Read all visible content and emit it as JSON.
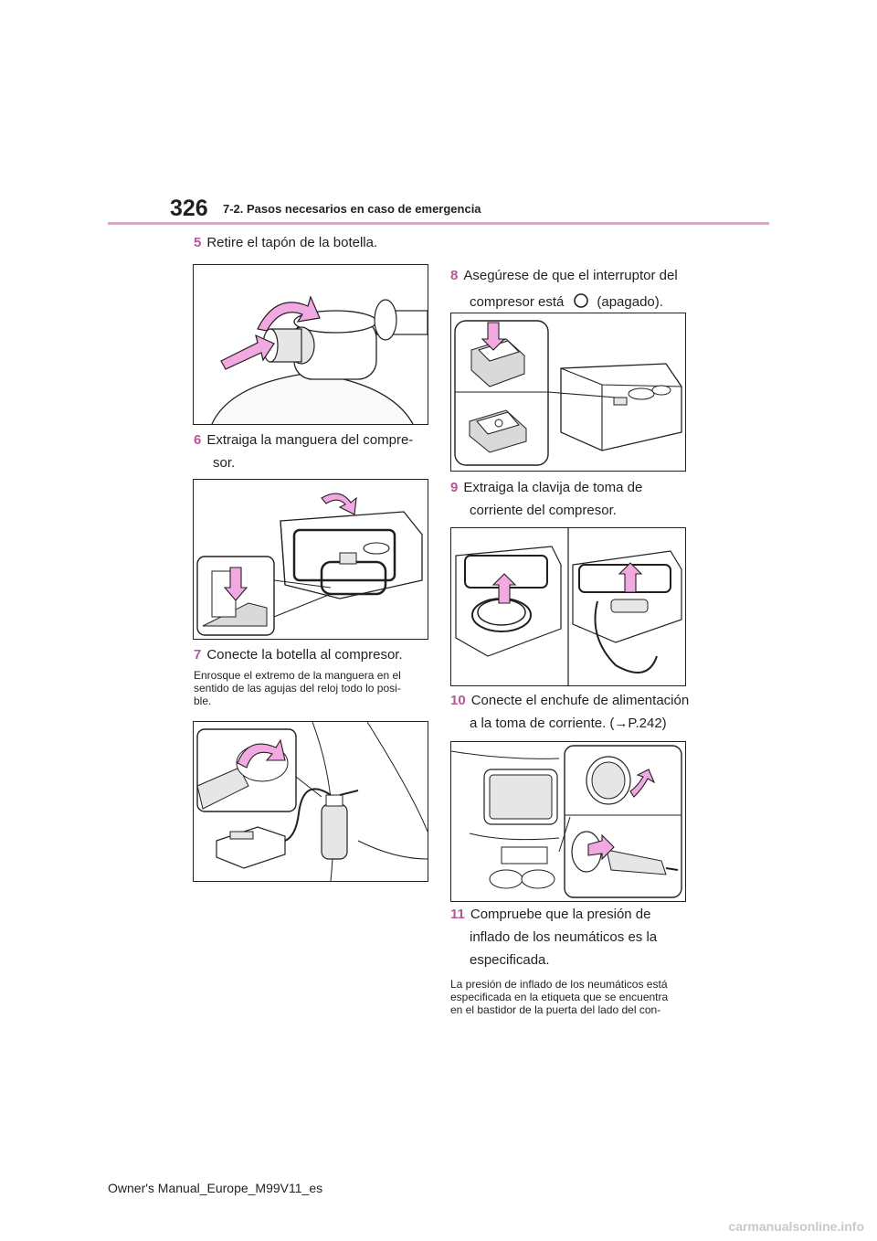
{
  "header": {
    "page_number": "326",
    "section_title": "7-2. Pasos necesarios en caso de emergencia",
    "rule_color": "#e99cd3"
  },
  "steps": [
    {
      "num": "5",
      "text": "Retire el tapón de la botella."
    },
    {
      "num": "6",
      "line1": "Extraiga la manguera del compre-",
      "line2": "sor."
    },
    {
      "num": "7",
      "text": "Conecte la botella al compresor.",
      "note": "Enrosque el extremo de la manguera en el sentido de las agujas del reloj todo lo posi-ble."
    },
    {
      "num": "8",
      "line1": "Asegúrese de que el interruptor del",
      "line2_prefix": "compresor está",
      "line2_icon": "off-symbol-icon",
      "line2_suffix": "(apagado)."
    },
    {
      "num": "9",
      "line1": "Extraiga la clavija de toma de",
      "line2": "corriente del compresor."
    },
    {
      "num": "10",
      "line1": "Conecte el enchufe de alimentación",
      "line2": "a la toma de corriente. (→P.242)"
    },
    {
      "num": "11",
      "line1": "Compruebe que la presión de",
      "line2": "inflado de los neumáticos es la",
      "line3": "especificada.",
      "note": "La presión de inflado de los neumáticos está especificada en la etiqueta que se encuentra en el bastidor de la puerta del lado del con-"
    }
  ],
  "note7_lines": [
    "Enrosque el extremo de la manguera en el",
    "sentido de las agujas del reloj todo lo posi-",
    "ble."
  ],
  "note11_lines": [
    "La presión de inflado de los neumáticos está",
    "especificada en la etiqueta que se encuentra",
    "en el bastidor de la puerta del lado del con-"
  ],
  "footer": {
    "text": "Owner's Manual_Europe_M99V11_es"
  },
  "watermark": {
    "text": "carmanualsonline.info"
  },
  "colors": {
    "step_number": "#b7569b",
    "arrow_fill": "#f2a8e0",
    "arrow_stroke": "#231f20"
  }
}
